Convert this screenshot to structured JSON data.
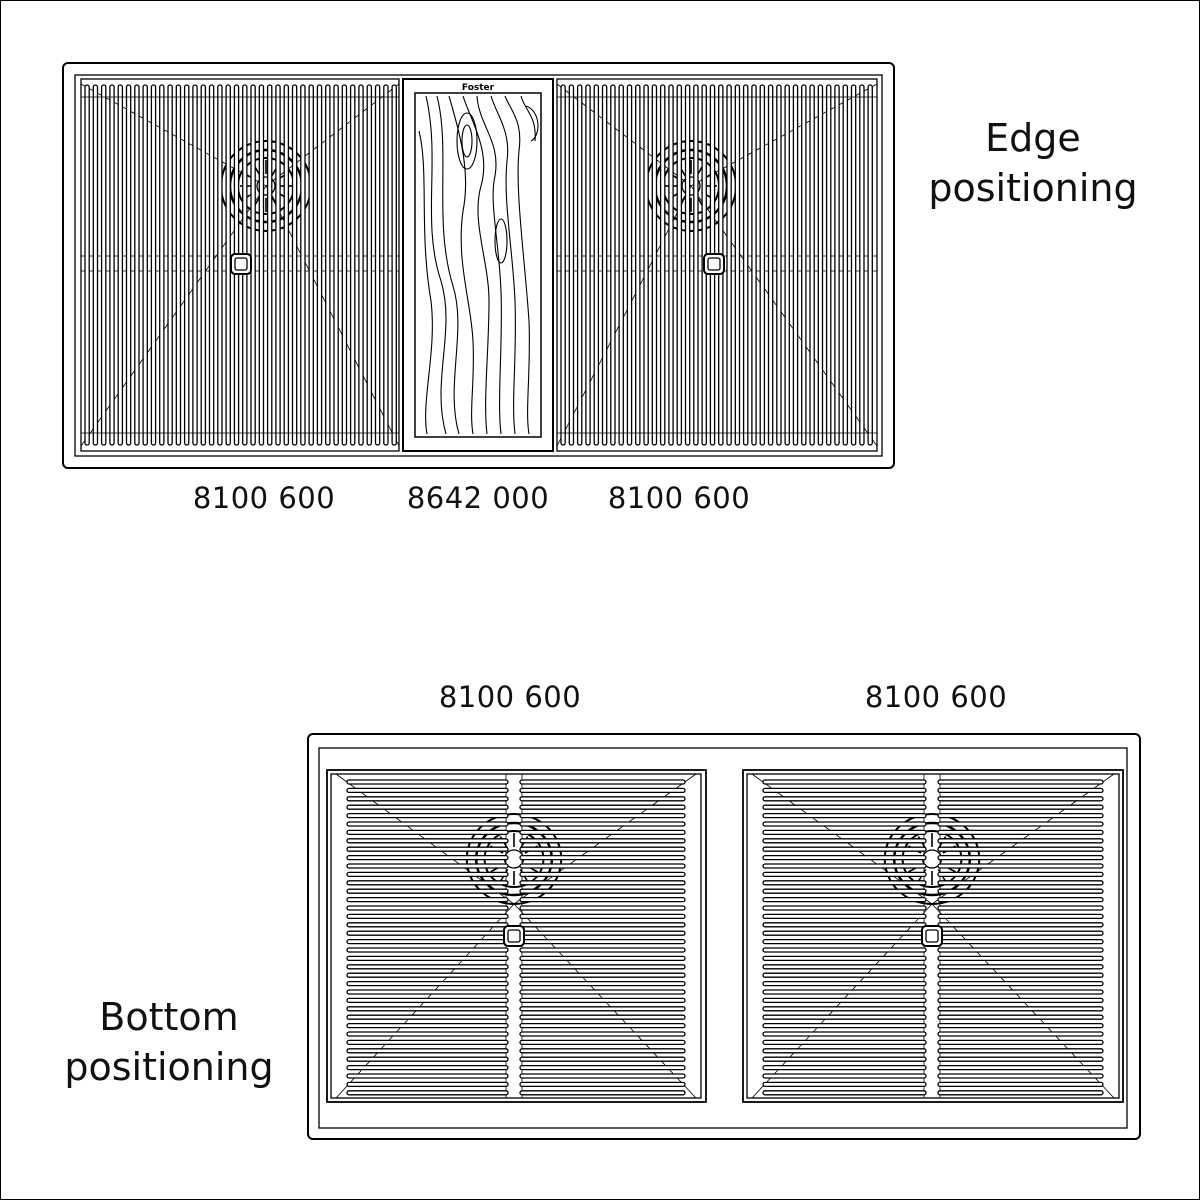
{
  "edge_section": {
    "title_line1": "Edge",
    "title_line2": "positioning",
    "codes": [
      "8100 600",
      "8642 000",
      "8100 600"
    ],
    "board_logo": "Foster"
  },
  "bottom_section": {
    "title_line1": "Bottom",
    "title_line2": "positioning",
    "codes": [
      "8100 600",
      "8100 600"
    ]
  },
  "colors": {
    "line": "#000000",
    "background": "#ffffff"
  }
}
